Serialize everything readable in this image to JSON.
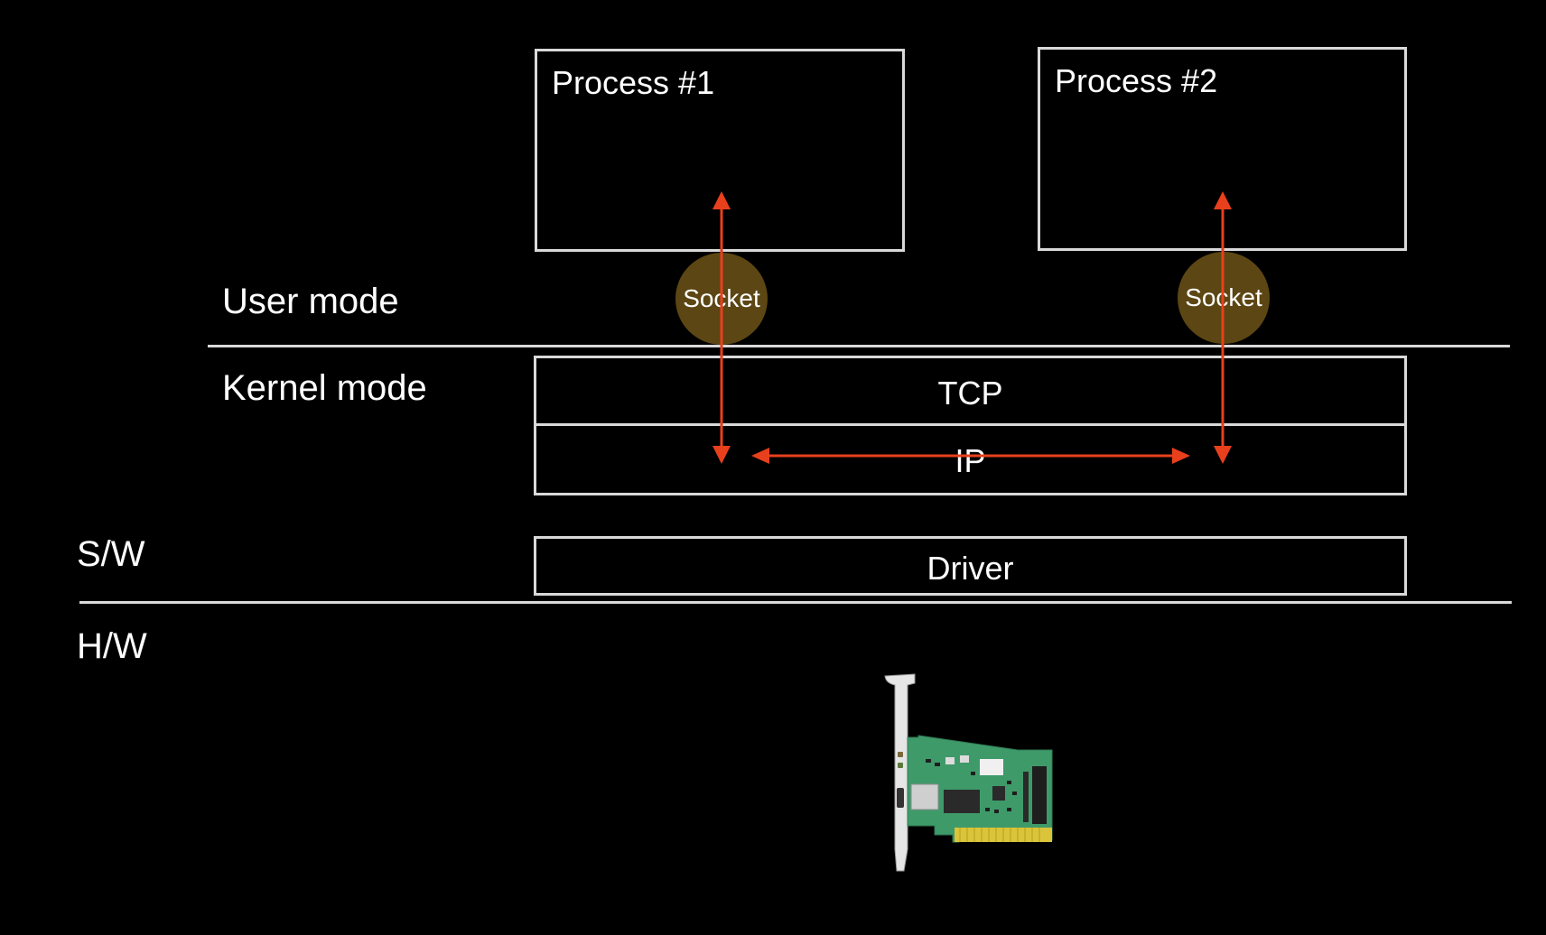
{
  "colors": {
    "background": "#000000",
    "border": "#d9d9d9",
    "arrow": "#e8401c",
    "socket_fill": "#5c4613",
    "text": "#ffffff"
  },
  "user_space": {
    "mode_label": "User mode",
    "processes": [
      {
        "title": "Process #1"
      },
      {
        "title": "Process #2"
      }
    ],
    "sockets": [
      {
        "label": "Socket"
      },
      {
        "label": "Socket"
      }
    ]
  },
  "kernel_space": {
    "mode_label": "Kernel mode",
    "layers": [
      {
        "label": "TCP"
      },
      {
        "label": "IP"
      }
    ]
  },
  "software": {
    "label": "S/W",
    "driver_label": "Driver"
  },
  "hardware": {
    "label": "H/W",
    "device_icon": "network-interface-card-icon"
  }
}
